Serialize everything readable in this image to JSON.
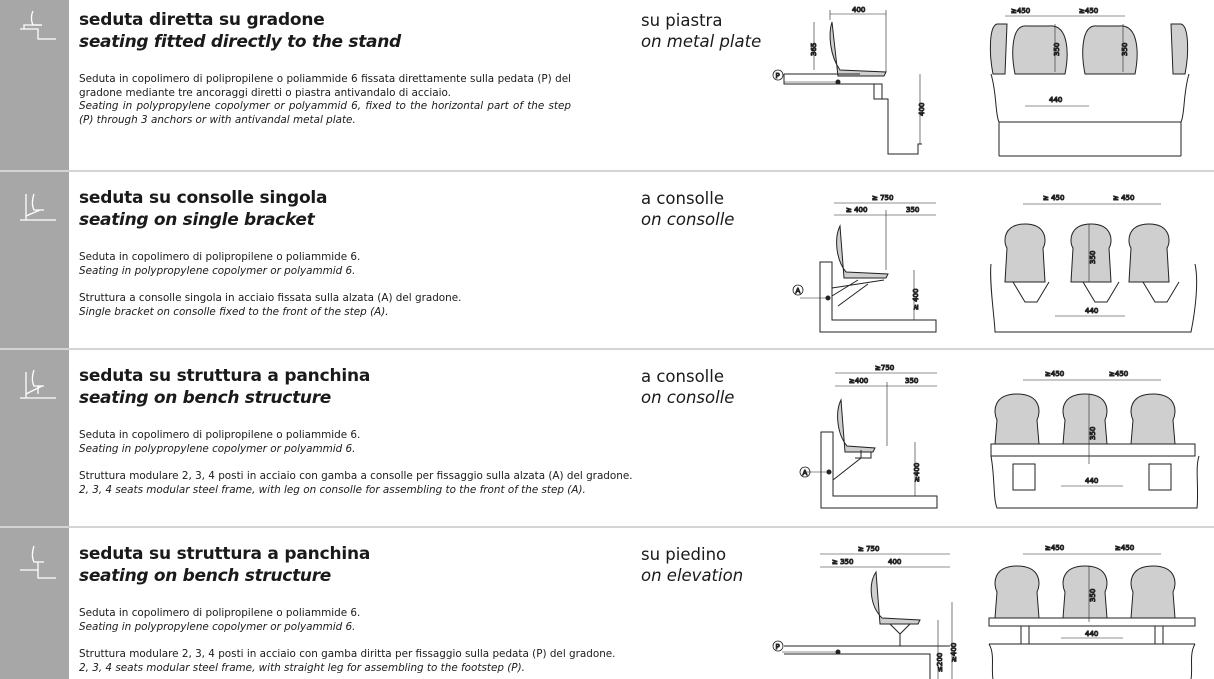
{
  "sections": [
    {
      "title_it": "seduta diretta su gradone",
      "title_en": "seating fitted directly to the stand",
      "text1_it": "Seduta in copolimero di polipropilene o poliammide 6 fissata direttamente sulla pedata (P) del gradone mediante tre ancoraggi diretti o piastra antivandalo di acciaio.",
      "text1_en": "Seating in polypropylene copolymer or polyammid 6, fixed to the horizontal part of the step (P) through 3 anchors or with antivandal metal plate.",
      "mount_it": "su piastra",
      "mount_en": "on metal plate",
      "side_dims": [
        "400",
        "365",
        "400"
      ],
      "side_marker": "P",
      "front_dims": [
        "≥450",
        "≥450",
        "350",
        "350",
        "440"
      ]
    },
    {
      "title_it": "seduta su consolle singola",
      "title_en": "seating on single bracket",
      "text1_it": "Seduta in copolimero di polipropilene o poliammide 6.",
      "text1_en": "Seating in polypropylene copolymer or polyammid 6.",
      "text2_it": "Struttura a consolle singola in acciaio fissata sulla alzata (A) del gradone.",
      "text2_en": "Single bracket on consolle fixed to the front of the step (A).",
      "mount_it": "a consolle",
      "mount_en": "on consolle",
      "side_dims": [
        "≥ 750",
        "≥ 400",
        "350",
        "≥ 400"
      ],
      "side_marker": "A",
      "front_dims": [
        "≥ 450",
        "≥ 450",
        "350",
        "440"
      ]
    },
    {
      "title_it": "seduta su struttura a panchina",
      "title_en": "seating on bench structure",
      "text1_it": "Seduta in copolimero di polipropilene o poliammide 6.",
      "text1_en": "Seating in polypropylene copolymer or polyammid 6.",
      "text2_it": "Struttura modulare 2, 3, 4 posti in acciaio con gamba a consolle per fissaggio sulla alzata (A) del gradone.",
      "text2_en": "2, 3, 4 seats modular steel frame, with leg on consolle for assembling to the front of the step (A).",
      "mount_it": "a consolle",
      "mount_en": "on consolle",
      "side_dims": [
        "≥750",
        "≥400",
        "350",
        "≥400"
      ],
      "side_marker": "A",
      "front_dims": [
        "≥450",
        "≥450",
        "350",
        "440"
      ]
    },
    {
      "title_it": "seduta su struttura a panchina",
      "title_en": "seating on bench structure",
      "text1_it": "Seduta in copolimero di polipropilene o poliammide 6.",
      "text1_en": "Seating in polypropylene copolymer or polyammid 6.",
      "text2_it": "Struttura modulare 2, 3, 4 posti in acciaio con gamba diritta per fissaggio sulla pedata (P) del gradone.",
      "text2_en": "2, 3, 4 seats modular steel frame, with straight leg for assembling to the footstep (P).",
      "mount_it": "su piedino",
      "mount_en": "on elevation",
      "side_dims": [
        "≥ 750",
        "≥ 350",
        "400",
        "≤200",
        "≥400"
      ],
      "side_marker": "P",
      "front_dims": [
        "≥450",
        "≥450",
        "350",
        "440"
      ]
    }
  ],
  "colors": {
    "sidebar": "#a7a7a7",
    "seat_fill": "#cfcfcf",
    "separator": "#d4d4d4"
  }
}
